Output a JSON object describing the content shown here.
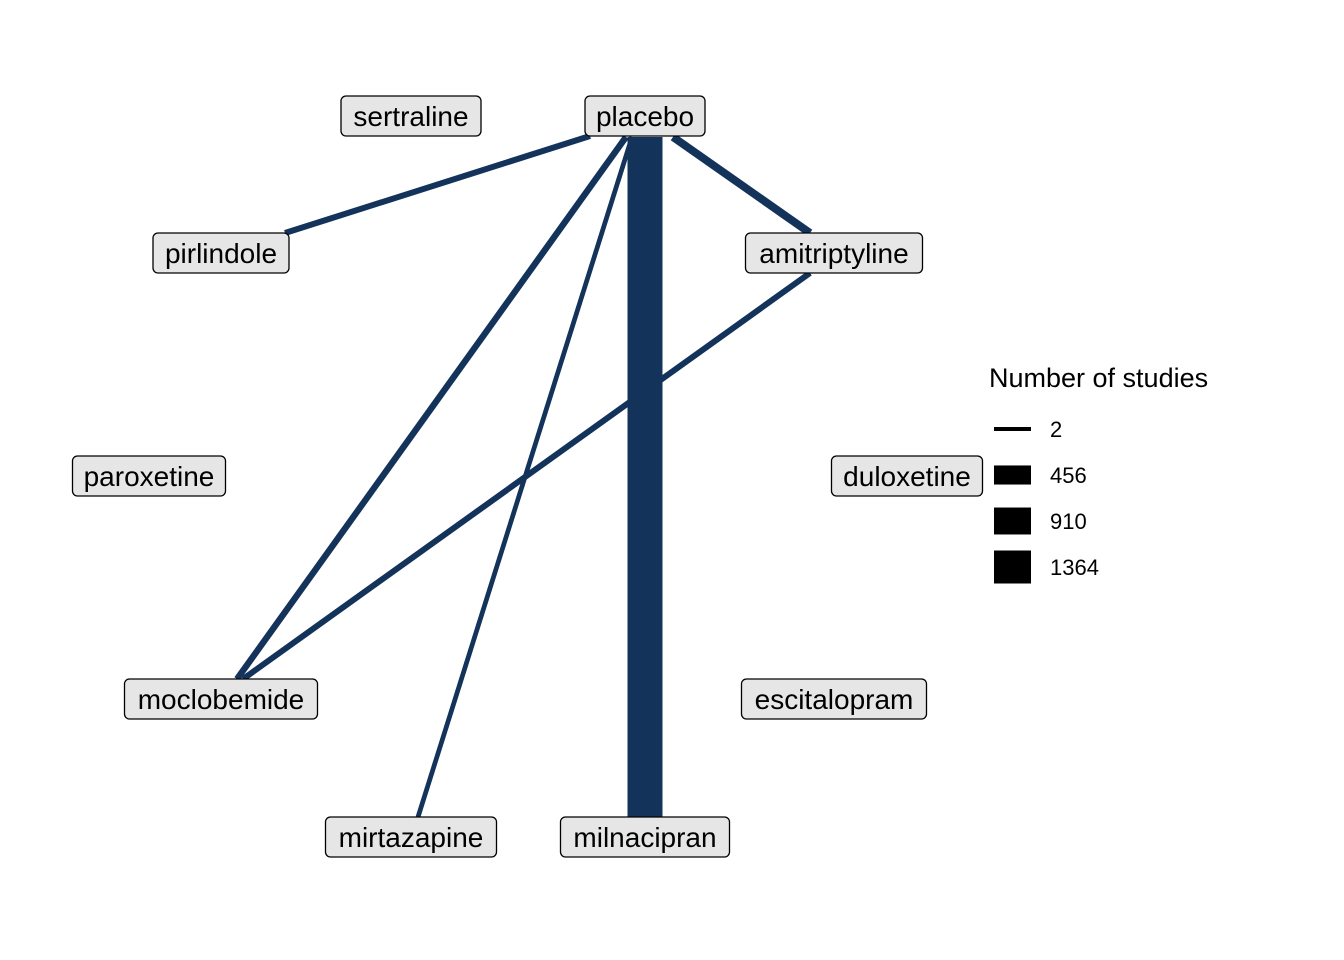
{
  "diagram": {
    "type": "network",
    "edge_color": "#14335a",
    "node_fill": "#e6e6e6",
    "node_border": "#000000",
    "nodes": [
      {
        "id": "sertraline",
        "label": "sertraline"
      },
      {
        "id": "placebo",
        "label": "placebo"
      },
      {
        "id": "pirlindole",
        "label": "pirlindole"
      },
      {
        "id": "amitriptyline",
        "label": "amitriptyline"
      },
      {
        "id": "paroxetine",
        "label": "paroxetine"
      },
      {
        "id": "duloxetine",
        "label": "duloxetine"
      },
      {
        "id": "moclobemide",
        "label": "moclobemide"
      },
      {
        "id": "escitalopram",
        "label": "escitalopram"
      },
      {
        "id": "mirtazapine",
        "label": "mirtazapine"
      },
      {
        "id": "milnacipran",
        "label": "milnacipran"
      }
    ],
    "edges": [
      {
        "from": "placebo",
        "to": "milnacipran",
        "studies": 1364
      },
      {
        "from": "placebo",
        "to": "amitriptyline",
        "studies": 70
      },
      {
        "from": "placebo",
        "to": "moclobemide",
        "studies": 45
      },
      {
        "from": "placebo",
        "to": "pirlindole",
        "studies": 40
      },
      {
        "from": "amitriptyline",
        "to": "moclobemide",
        "studies": 40
      },
      {
        "from": "placebo",
        "to": "mirtazapine",
        "studies": 25
      }
    ]
  },
  "legend": {
    "title": "Number of studies",
    "items": [
      {
        "label": "2",
        "value": 2
      },
      {
        "label": "456",
        "value": 456
      },
      {
        "label": "910",
        "value": 910
      },
      {
        "label": "1364",
        "value": 1364
      }
    ]
  }
}
